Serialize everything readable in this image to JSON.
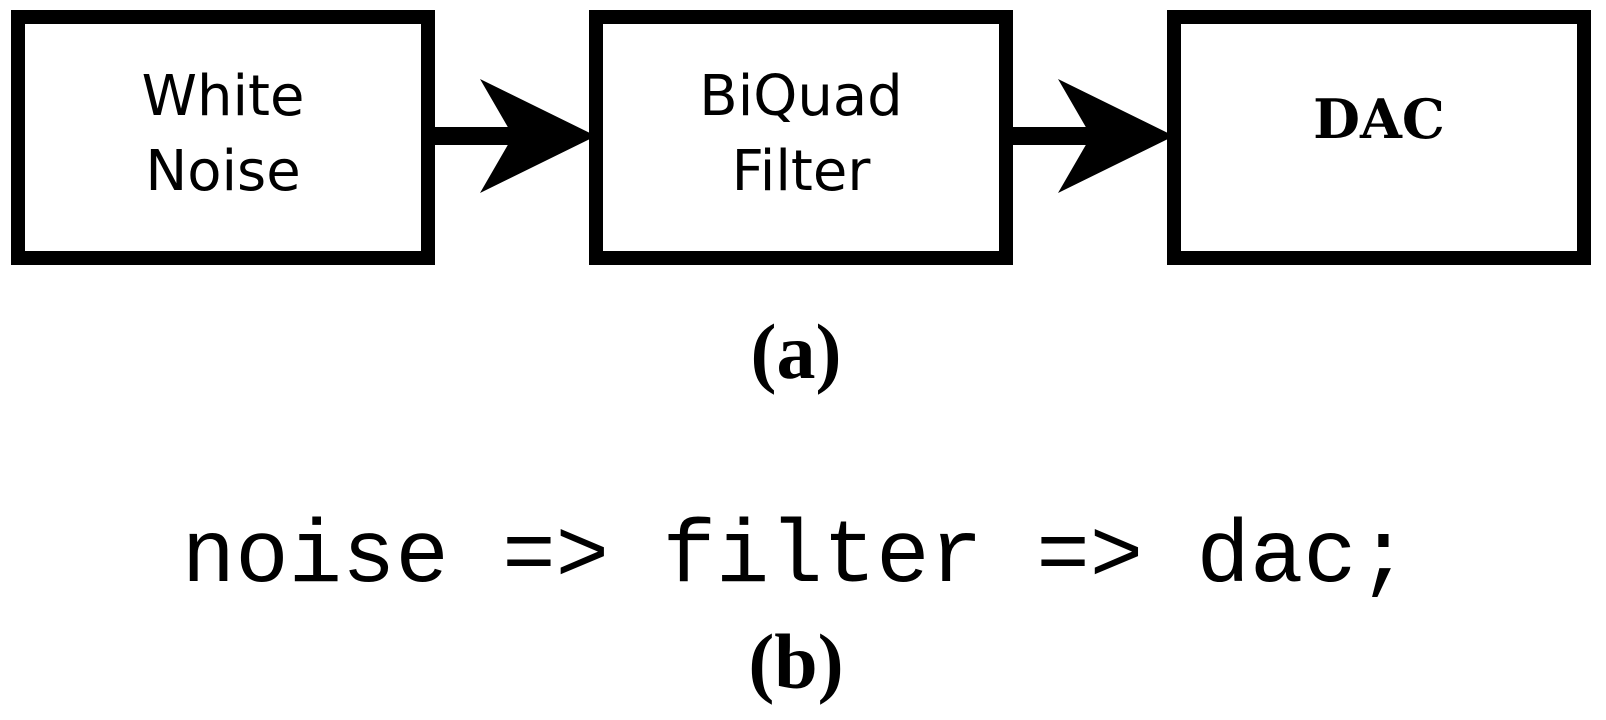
{
  "diagram": {
    "blocks": [
      {
        "lines": [
          "White",
          "Noise"
        ]
      },
      {
        "lines": [
          "BiQuad",
          "Filter"
        ]
      },
      {
        "lines": [
          "DAC"
        ]
      }
    ],
    "caption_a": "(a)",
    "code_line": "noise => filter => dac;",
    "caption_b": "(b)"
  },
  "colors": {
    "stroke": "#000000",
    "background": "#ffffff"
  }
}
